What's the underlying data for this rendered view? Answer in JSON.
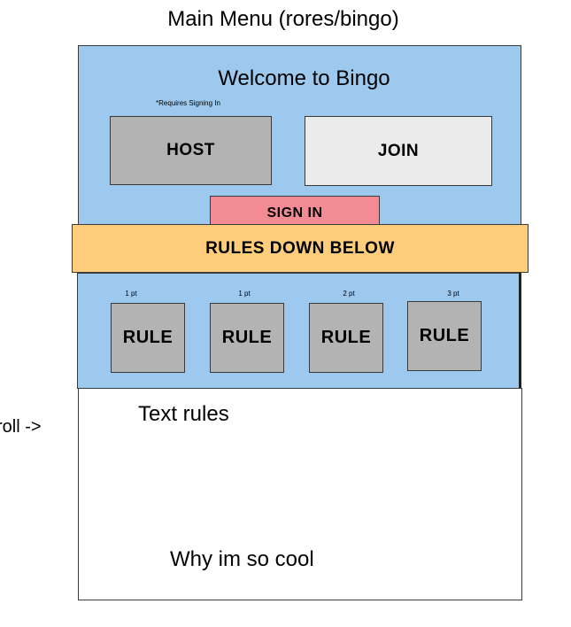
{
  "page_title": "Main Menu (rores/bingo)",
  "scroll_label": "roll ->",
  "menu": {
    "welcome": "Welcome to Bingo",
    "requires_note": "*Requires Signing In",
    "host_label": "HOST",
    "join_label": "JOIN",
    "sign_in_label": "SIGN IN"
  },
  "rules_banner": "RULES DOWN BELOW",
  "rules": [
    {
      "points": "1 pt",
      "label": "RULE"
    },
    {
      "points": "1 pt",
      "label": "RULE"
    },
    {
      "points": "2 pt",
      "label": "RULE"
    },
    {
      "points": "3 pt",
      "label": "RULE"
    }
  ],
  "bottom": {
    "text_rules": "Text rules",
    "why_cool": "Why im so cool"
  },
  "colors": {
    "panel_blue": "#9dc9ee",
    "banner_orange": "#fdcd7c",
    "sign_in_pink": "#f28b93",
    "host_gray": "#b3b3b3",
    "join_light": "#ebebeb"
  }
}
